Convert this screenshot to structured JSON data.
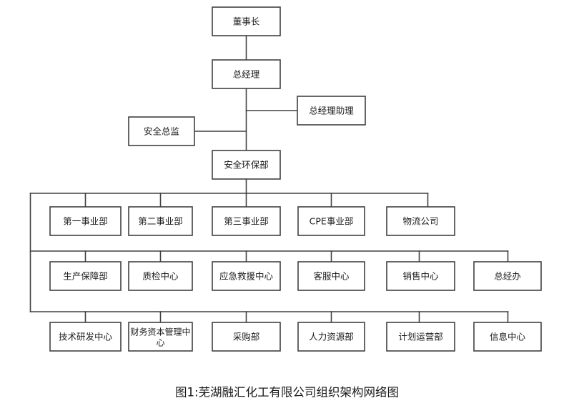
{
  "figure": {
    "caption": "图1:芜湖融汇化工有限公司组织架构网络图",
    "type": "organization-chart",
    "company": "芜湖融汇化工有限公司",
    "background_color": "#ffffff",
    "line_color": "#404040",
    "box_fill_color": "#ffffff",
    "text_color": "#1a1a1a"
  },
  "nodes": {
    "chairman": {
      "label": "董事长",
      "level": 1
    },
    "general_manager": {
      "label": "总经理",
      "level": 2
    },
    "gm_assistant": {
      "label": "总经理助理",
      "level": 3
    },
    "safety_director": {
      "label": "安全总监",
      "level": 3
    },
    "safety_env_dept": {
      "label": "安全环保部",
      "level": 4
    }
  },
  "row_business_units": {
    "row_index": 1,
    "items": [
      {
        "label": "第一事业部"
      },
      {
        "label": "第二事业部"
      },
      {
        "label": "第三事业部"
      },
      {
        "label": "CPE事业部"
      },
      {
        "label": "物流公司"
      }
    ]
  },
  "row_centers": {
    "row_index": 2,
    "items": [
      {
        "label": "生产保障部"
      },
      {
        "label": "质检中心"
      },
      {
        "label": "应急救援中心"
      },
      {
        "label": "客服中心"
      },
      {
        "label": "销售中心"
      },
      {
        "label": "总经办"
      }
    ]
  },
  "row_functions": {
    "row_index": 3,
    "items": [
      {
        "label": "技术研发中心"
      },
      {
        "label": "财务资本管理中",
        "label_line2": "心"
      },
      {
        "label": "采购部"
      },
      {
        "label": "人力资源部"
      },
      {
        "label": "计划运营部"
      },
      {
        "label": "信息中心"
      }
    ]
  }
}
